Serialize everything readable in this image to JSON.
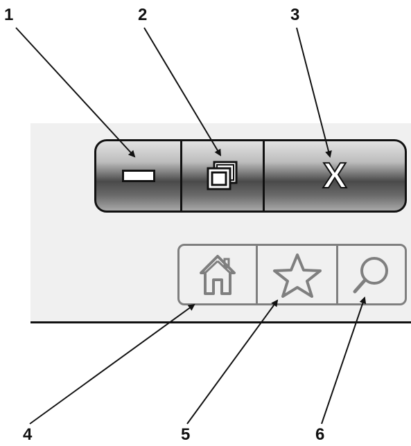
{
  "callouts": {
    "c1": "1",
    "c2": "2",
    "c3": "3",
    "c4": "4",
    "c5": "5",
    "c6": "6"
  },
  "window_controls": {
    "close_label": "X",
    "icons": [
      "minimize-icon",
      "restore-icon",
      "close-icon"
    ]
  },
  "nav_buttons": {
    "icons": [
      "home-icon",
      "favorites-star-icon",
      "search-magnifier-icon"
    ]
  },
  "colors": {
    "callout_line": "#111111",
    "nav_icon": "#7f7f7f",
    "background_strip": "#f0f0f0"
  }
}
